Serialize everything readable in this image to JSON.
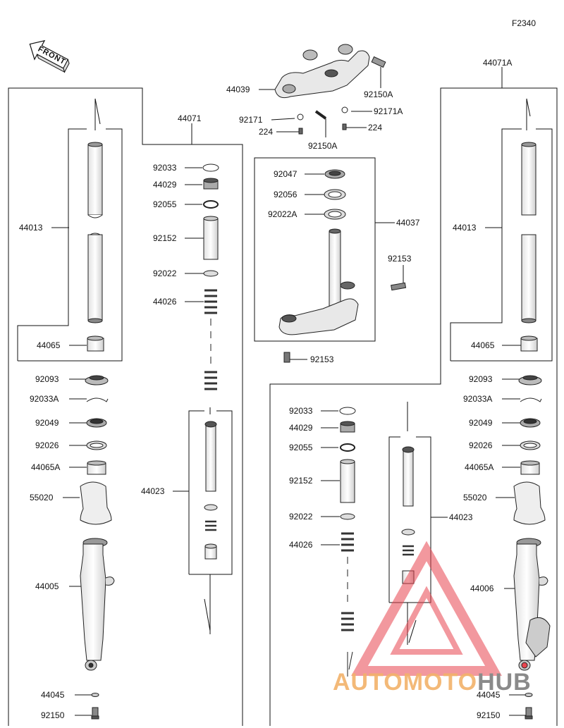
{
  "figure_code": "F2340",
  "front_label": "FRONT",
  "watermark": {
    "part1": "AUTOMOTO",
    "part2": "HUB",
    "color_orange": "#f2b26a",
    "color_red": "#e8454f",
    "color_gray": "#8a8a8a"
  },
  "labels": {
    "p44071A": "44071A",
    "p44071": "44071",
    "p44039": "44039",
    "p92150A_top": "92150A",
    "p92171": "92171",
    "p224_left": "224",
    "p92150A_bot": "92150A",
    "p92171A": "92171A",
    "p224_right": "224",
    "p92047": "92047",
    "p92056": "92056",
    "p92022A": "92022A",
    "p44037": "44037",
    "p92153_right": "92153",
    "p92153_bot": "92153",
    "L_44013": "44013",
    "L_44065": "44065",
    "L_92093": "92093",
    "L_92033A": "92033A",
    "L_92049": "92049",
    "L_92026": "92026",
    "L_44065A": "44065A",
    "L_55020": "55020",
    "L_44005": "44005",
    "L_44045": "44045",
    "L_92150": "92150",
    "C_92033": "92033",
    "C_44029": "44029",
    "C_92055": "92055",
    "C_92152": "92152",
    "C_92022": "92022",
    "C_44026": "44026",
    "C_44023": "44023",
    "R2_92033": "92033",
    "R2_44029": "44029",
    "R2_92055": "92055",
    "R2_92152": "92152",
    "R2_92022": "92022",
    "R2_44026": "44026",
    "R2_44023": "44023",
    "R_44013": "44013",
    "R_44065": "44065",
    "R_92093": "92093",
    "R_92033A": "92033A",
    "R_92049": "92049",
    "R_92026": "92026",
    "R_44065A": "44065A",
    "R_55020": "55020",
    "R_44006": "44006",
    "R_44045": "44045",
    "R_92150": "92150"
  }
}
